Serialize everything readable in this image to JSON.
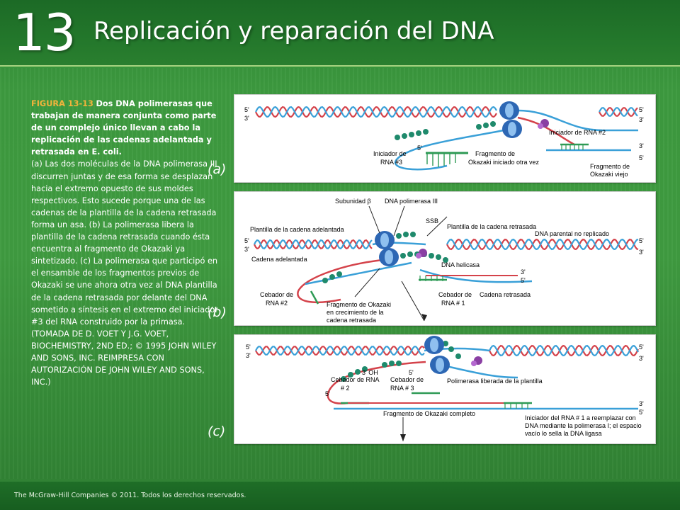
{
  "header": {
    "chapter_number": "13",
    "title": "Replicación y reparación del DNA"
  },
  "caption": {
    "figure_label": "FIGURA 13-13",
    "figure_title": "Dos DNA polimerasas que trabajan de manera conjunta como parte de un complejo único llevan a cabo la replicación de las cadenas adelantada y retrasada en E. coli.",
    "paragraph_1": "(a) Las dos moléculas de la DNA polimerasa III discurren juntas y de esa forma se desplazan hacia el extremo opuesto de sus moldes respectivos. Esto sucede porque una de las cadenas de la plantilla de la cadena retrasada forma un asa. (b) La polimerasa libera la plantilla de la cadena retrasada cuando ésta encuentra al fragmento de Okazaki ya sintetizado. (c) La polimerasa que participó en el ensamble de los fragmentos previos de Okazaki se une ahora otra vez al DNA plantilla de la cadena retrasada por delante del DNA sometido a síntesis en el extremo del iniciador #3 del RNA construido por la primasa.",
    "credit": "(TOMADA DE D. VOET Y J.G. VOET, BIOCHEMISTRY, 2ND ED.; © 1995 JOHN WILEY AND SONS, INC. REIMPRESA CON AUTORIZACIÓN DE JOHN WILEY AND SONS, INC.)"
  },
  "panels": {
    "a": {
      "label": "(a)",
      "end_5_left": "5'",
      "end_3_left": "3'",
      "end_5_right": "5'",
      "end_3_right": "3'",
      "end_3_right_low": "3'",
      "end_5_right_low": "5'",
      "end_5_inner": "5'",
      "text_iniciador_rna2": "Iniciador de RNA #2",
      "text_iniciador_rna3_l1": "Iniciador de",
      "text_iniciador_rna3_l2": "RNA #3",
      "text_fragmento_iniciado_l1": "Fragmento de",
      "text_fragmento_iniciado_l2": "Okazaki iniciado otra vez",
      "text_fragmento_viejo_l1": "Fragmento de",
      "text_fragmento_viejo_l2": "Okazaki viejo"
    },
    "b": {
      "label": "(b)",
      "end_5_left": "5'",
      "end_3_left": "3'",
      "end_5_right": "5'",
      "end_3_right": "3'",
      "end_3_mid": "3'",
      "end_5_mid": "5'",
      "text_subunidad": "Subunidad β",
      "text_pol3": "DNA polimerasa III",
      "text_ssb": "SSB",
      "text_plantilla_adelantada": "Plantilla de la cadena adelantada",
      "text_plantilla_retrasada": "Plantilla de la cadena retrasada",
      "text_dna_parental": "DNA parental no replicado",
      "text_cadena_adelantada": "Cadena adelantada",
      "text_helicasa": "DNA helicasa",
      "text_cebador_rna2_l1": "Cebador de",
      "text_cebador_rna2_l2": "RNA #2",
      "text_fragmento_crec_l1": "Fragmento de Okazaki",
      "text_fragmento_crec_l2": "en crecimiento de la",
      "text_fragmento_crec_l3": "cadena retrasada",
      "text_cebador_rna1_l1": "Cebador de",
      "text_cebador_rna1_l2": "RNA # 1",
      "text_cadena_retrasada": "Cadena retrasada"
    },
    "c": {
      "label": "(c)",
      "end_5_left": "5'",
      "end_3_left": "3'",
      "end_5_right": "5'",
      "end_3_right": "3'",
      "end_3_oh": "3' OH",
      "end_5_a": "5'",
      "end_5_b": "5'",
      "end_3_low": "3'",
      "end_5_low": "5'",
      "text_cebador_rna2_l1": "Cebador de RNA",
      "text_cebador_rna2_l2": "# 2",
      "text_cebador_rna3_l1": "Cebador de",
      "text_cebador_rna3_l2": "RNA # 3",
      "text_polimerasa_liberada": "Polimerasa liberada de la plantilla",
      "text_fragmento_completo": "Fragmento de Okazaki completo",
      "text_iniciador_l1": "Iniciador del RNA # 1 a reemplazar con",
      "text_iniciador_l2": "DNA mediante la polimerasa I; el espacio",
      "text_iniciador_l3": "vacío lo sella la DNA ligasa"
    }
  },
  "footer": {
    "copyright": "The McGraw-Hill Companies © 2011. Todos los derechos reservados."
  },
  "colors": {
    "dna_red": "#d4424a",
    "dna_blue": "#3aa0d8",
    "primer_green": "#2e9a55",
    "ssb_green": "#1f8a6c",
    "polymerase_blue": "#2d67b4",
    "helicase_purple": "#8a3fa3",
    "label_orange": "#f2b33b"
  }
}
